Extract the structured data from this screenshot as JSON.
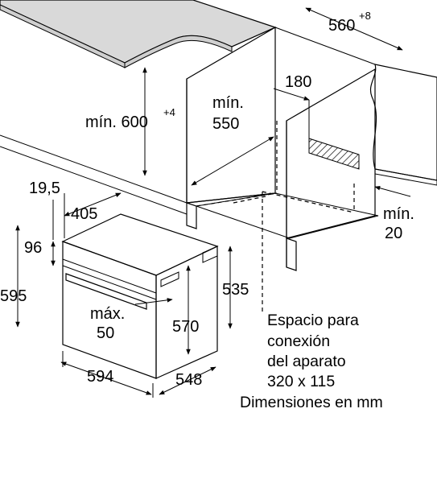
{
  "dimensions": {
    "niche_width": "560",
    "niche_width_tolerance": "+8",
    "min_height_label": "mín. 600",
    "min_height_tolerance": "+4",
    "min_depth_prefix": "mín.",
    "min_depth_value": "550",
    "rear_gap": "180",
    "side_gap_prefix": "mín.",
    "side_gap_value": "20",
    "control_panel_offset": "19,5",
    "top_depth": "405",
    "panel_height": "96",
    "total_height": "595",
    "body_height": "535",
    "max_prefix": "máx.",
    "max_value": "50",
    "body_depth_height": "570",
    "front_width": "594",
    "body_depth": "548"
  },
  "notes": {
    "connection_line1": "Espacio para",
    "connection_line2": "conexión",
    "connection_line3": "del aparato",
    "connection_size": "320 x 115",
    "units": "Dimensiones en mm"
  },
  "colors": {
    "stroke": "#000000",
    "counter_fill": "#d9d9d9",
    "wall_fill": "#d9d9d9",
    "background": "#ffffff"
  }
}
